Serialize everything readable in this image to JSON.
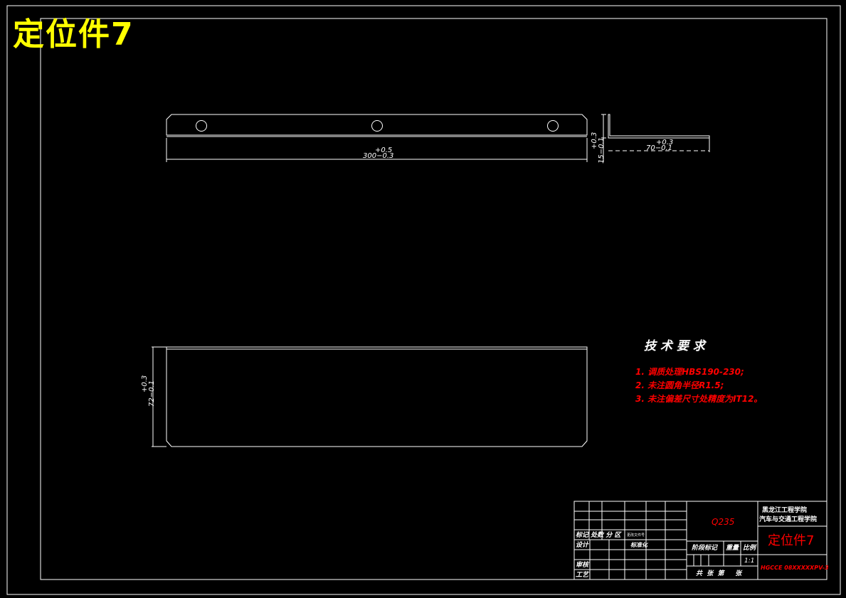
{
  "drawing": {
    "heading": "定位件7",
    "colors": {
      "background": "#000000",
      "lines": "#ffffff",
      "heading": "#ffff00",
      "notes": "#ff0000",
      "dim": "#ffffff"
    }
  },
  "dimensions": {
    "length": {
      "upper": "+0.5",
      "lower": "300−0.3"
    },
    "height": {
      "upper": "+0.3",
      "lower": "15−0.1"
    },
    "flange": {
      "upper": "+0.3",
      "lower": "70−0.1"
    },
    "width": {
      "upper": "+0.3",
      "lower": "72−0.1"
    }
  },
  "notes": {
    "title": "技 术 要 求",
    "items": [
      "1. 调质处理HBS190-230;",
      "2. 未注圆角半径R1.5;",
      "3. 未注偏差尺寸处精度为IT12。"
    ]
  },
  "title_block": {
    "material": "Q235",
    "school_line1": "黑龙江工程学院",
    "school_line2": "汽车与交通工程学院",
    "part_name": "定位件7",
    "drawing_no": "HGCCE 08XXXXXPV-3",
    "scale": "1:1",
    "labels": {
      "row_header": "标记 处数 分  区",
      "file_no": "更改文件号",
      "design": "设计",
      "standardize": "标准化",
      "stage_mark": "阶段标记",
      "weight": "重量",
      "ratio": "比例",
      "check": "审核",
      "process": "工艺",
      "sheets": "共  张  第     张"
    }
  }
}
